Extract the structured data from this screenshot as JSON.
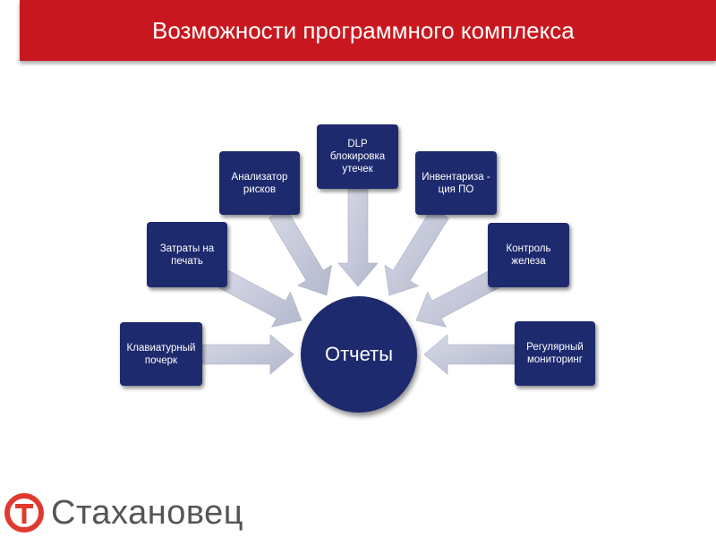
{
  "title": "Возможности программного комплекса",
  "center": {
    "label": "Отчеты"
  },
  "nodes": [
    {
      "id": "keyboard",
      "label": "Клавиатурный почерк"
    },
    {
      "id": "print",
      "label": "Затраты на печать"
    },
    {
      "id": "risk",
      "label": "Анализатор рисков"
    },
    {
      "id": "dlp",
      "label": "DLP блокировка утечек"
    },
    {
      "id": "inventory",
      "label": "Инвентариза - ция ПО"
    },
    {
      "id": "hardware",
      "label": "Контроль железа"
    },
    {
      "id": "monitoring",
      "label": "Регулярный мониторинг"
    }
  ],
  "brand": {
    "name": "Стахановец",
    "logo_letter": "Т",
    "logo_color": "#e03a2f"
  },
  "colors": {
    "header": "#c8171e",
    "node": "#1d2a6e",
    "arrow": "#c3c8da"
  }
}
